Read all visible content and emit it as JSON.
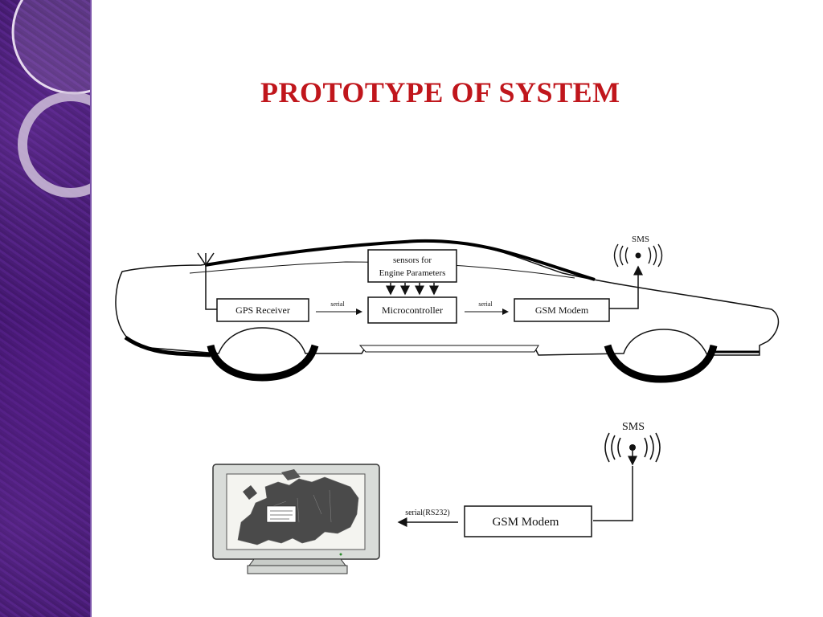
{
  "slide": {
    "title": "PROTOTYPE OF SYSTEM"
  },
  "car_diagram": {
    "sensors_line1": "sensors for",
    "sensors_line2": "Engine Parameters",
    "gps_receiver": "GPS Receiver",
    "microcontroller": "Microcontroller",
    "gsm_modem": "GSM Modem",
    "serial_left": "serial",
    "serial_right": "serial",
    "sms": "SMS"
  },
  "base_diagram": {
    "sms": "SMS",
    "gsm_modem": "GSM Modem",
    "serial_label": "serial(RS232)"
  },
  "colors": {
    "title": "#c0161c",
    "sidebar": "#3f1670"
  }
}
